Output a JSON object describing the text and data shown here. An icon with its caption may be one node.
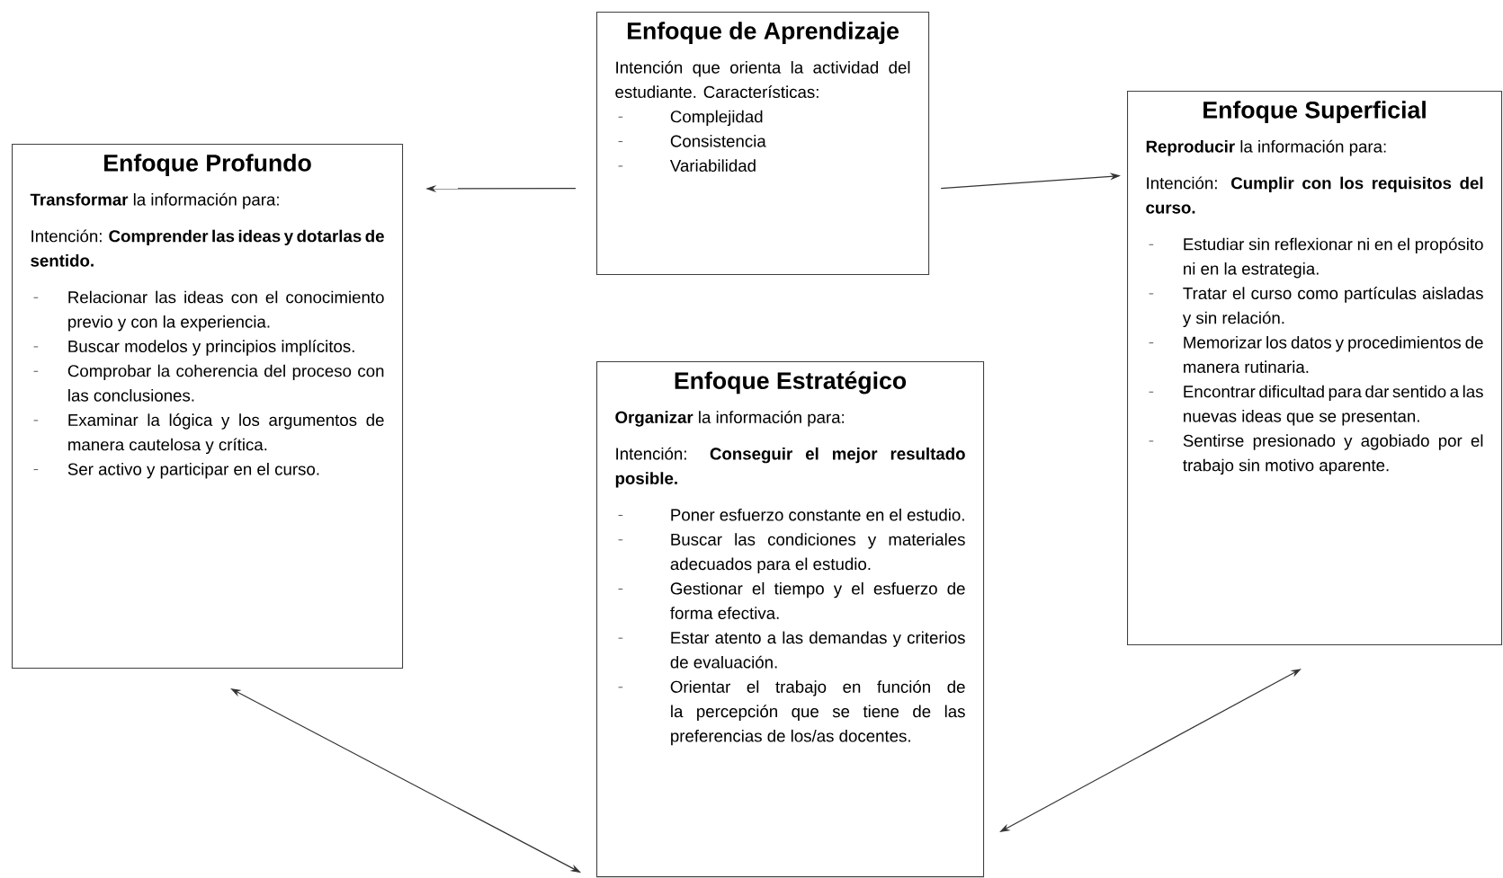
{
  "diagram": {
    "nodes": [
      {
        "text": [
          "Enfoque de Aprendizaje",
          "Intención que orienta la actividad del estudiante. Características:",
          "Complejidad",
          "Consistencia",
          "Variabilidad"
        ]
      },
      {
        "text": [
          "Enfoque Profundo",
          "**Transformar** la información para:",
          "Intención: **Comprender las ideas y dotarlas de sentido.**",
          "Relacionar las ideas con el conocimiento previo y con la experiencia.",
          "Buscar modelos y principios implícitos.",
          "Comprobar la coherencia del proceso con las conclusiones.",
          "Examinar la lógica y los argumentos de manera cautelosa y crítica.",
          "Ser activo y participar en el curso."
        ]
      },
      {
        "text": [
          "Enfoque Superficial",
          "**Reproducir** la información para:",
          "Intención: **Cumplir con los requisitos del curso.**",
          "Estudiar sin reflexionar ni en el propósito ni en la estrategia.",
          "Tratar el curso como partículas aisladas y sin relación.",
          "Memorizar los datos y procedimientos de manera rutinaria.",
          "Encontrar dificultad para dar sentido a las nuevas ideas que se presentan.",
          "Sentirse presionado y agobiado por el trabajo sin motivo aparente."
        ]
      },
      {
        "text": [
          "Enfoque Estratégico",
          "**Organizar** la información para:",
          "Intención: **Conseguir el mejor resultado posible.**",
          "Poner esfuerzo constante en el estudio.",
          "Buscar las condiciones y materiales adecuados para el estudio.",
          "Gestionar el tiempo y el esfuerzo de forma efectiva.",
          "Estar atento a las demandas y criterios de evaluación.",
          "Orientar el trabajo en función de la percepción que se tiene de las preferencias de los/as docentes."
        ]
      }
    ],
    "edges": [
      {
        "from": 0,
        "to": 1,
        "arrow": "to"
      },
      {
        "from": 0,
        "to": 2,
        "arrow": "to"
      },
      {
        "from": 1,
        "to": 3,
        "arrow": "both"
      },
      {
        "from": 2,
        "to": 3,
        "arrow": "both"
      }
    ]
  }
}
